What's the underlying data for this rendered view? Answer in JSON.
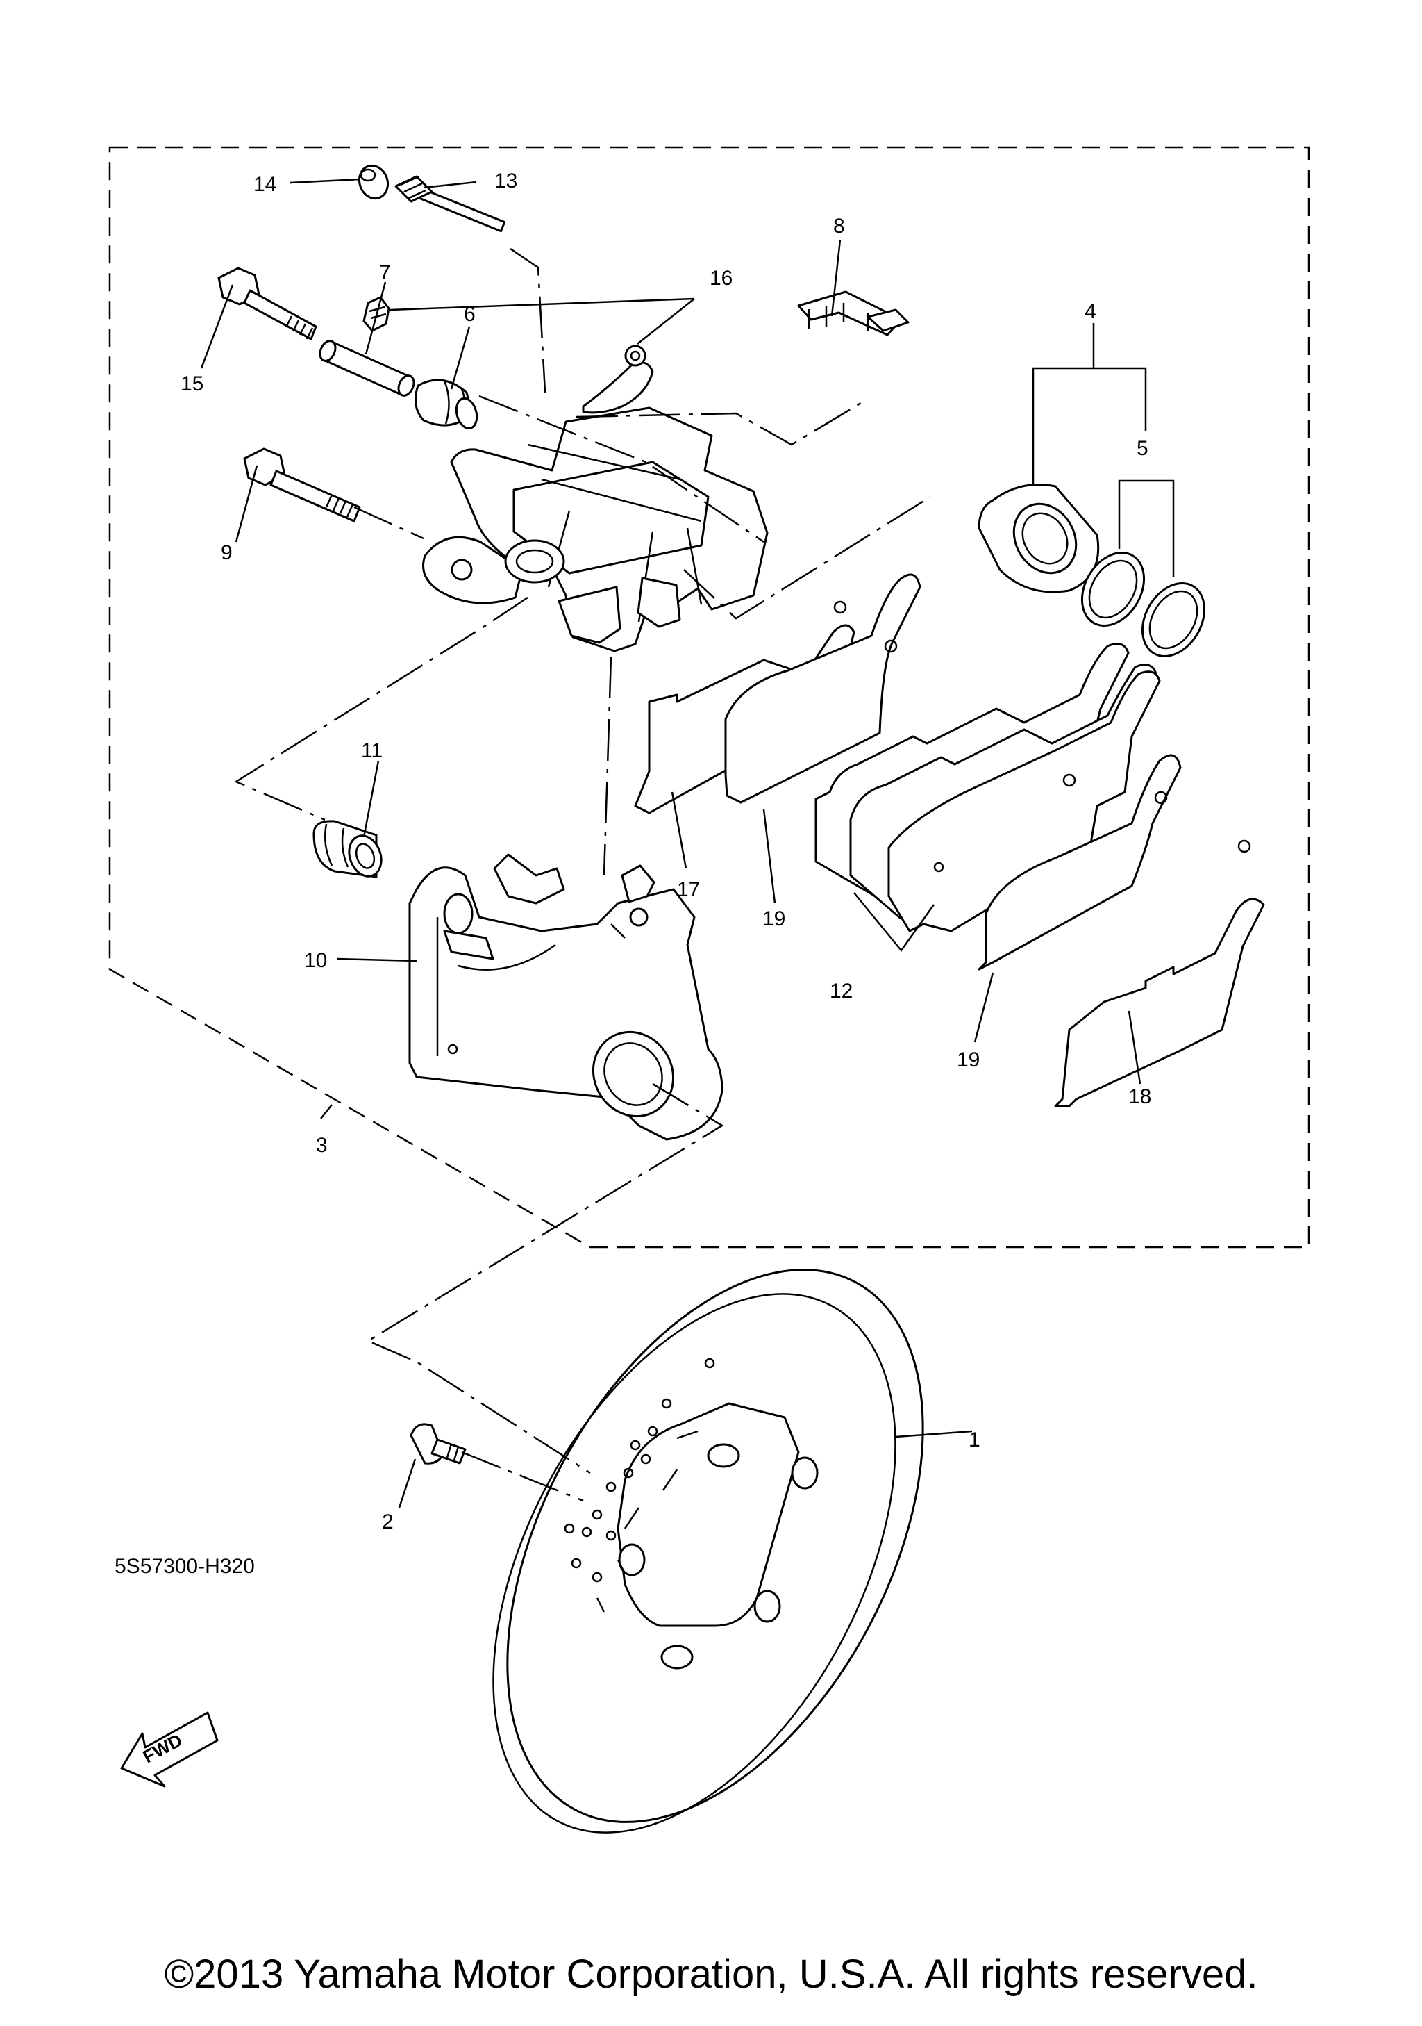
{
  "callouts": [
    {
      "id": "1",
      "label": "1"
    },
    {
      "id": "2",
      "label": "2"
    },
    {
      "id": "3",
      "label": "3"
    },
    {
      "id": "4",
      "label": "4"
    },
    {
      "id": "5",
      "label": "5"
    },
    {
      "id": "6",
      "label": "6"
    },
    {
      "id": "7",
      "label": "7"
    },
    {
      "id": "8",
      "label": "8"
    },
    {
      "id": "9",
      "label": "9"
    },
    {
      "id": "10",
      "label": "10"
    },
    {
      "id": "11",
      "label": "11"
    },
    {
      "id": "12",
      "label": "12"
    },
    {
      "id": "13",
      "label": "13"
    },
    {
      "id": "14",
      "label": "14"
    },
    {
      "id": "15",
      "label": "15"
    },
    {
      "id": "16",
      "label": "16"
    },
    {
      "id": "17",
      "label": "17"
    },
    {
      "id": "18",
      "label": "18"
    },
    {
      "id": "19a",
      "label": "19"
    },
    {
      "id": "19b",
      "label": "19"
    }
  ],
  "fwd_badge": "FWD",
  "diagram_code": "5S57300-H320",
  "copyright": "©2013 Yamaha Motor Corporation, U.S.A. All rights reserved."
}
